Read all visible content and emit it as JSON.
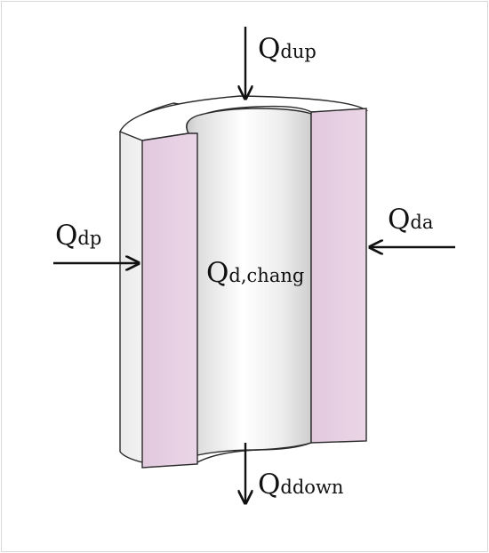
{
  "labels": {
    "top": {
      "main": "Q",
      "sub": "dup"
    },
    "left": {
      "main": "Q",
      "sub": "dp"
    },
    "right": {
      "main": "Q",
      "sub": "da"
    },
    "center": {
      "main": "Q",
      "sub": "d,chang"
    },
    "bottom": {
      "main": "Q",
      "sub": "ddown"
    }
  },
  "colors": {
    "annulus_face": "#e6cfe2",
    "outer_surface": "#f7f7f7",
    "inner_bore": "#e8e8e8",
    "outline": "#2a2a2a",
    "arrow": "#111111"
  }
}
